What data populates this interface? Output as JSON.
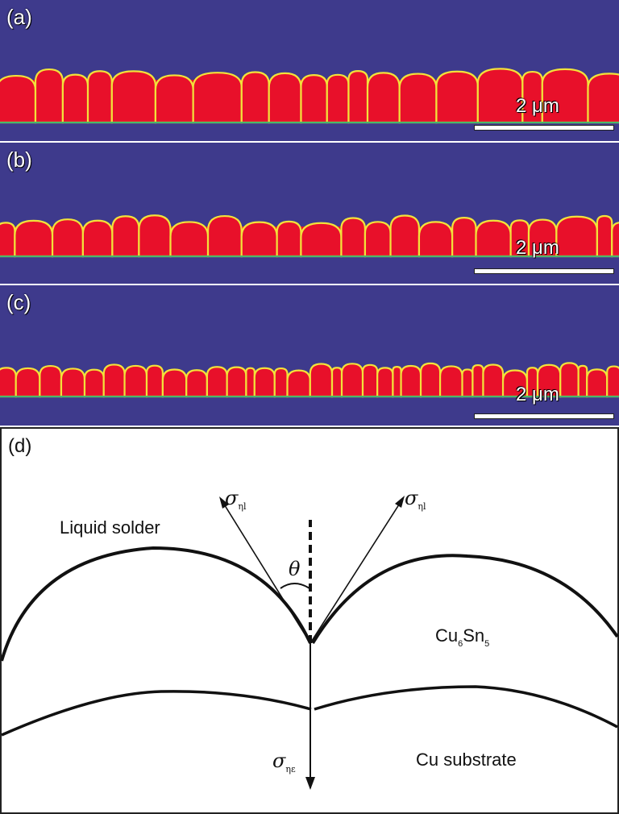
{
  "panels": [
    {
      "label": "(a)",
      "scale": "2 μm"
    },
    {
      "label": "(b)",
      "scale": "2 μm"
    },
    {
      "label": "(c)",
      "scale": "2 μm"
    }
  ],
  "schematic": {
    "label": "(d)",
    "liquid_solder": "Liquid solder",
    "imc_base": "Cu",
    "imc_sub1": "6",
    "imc_mid": "Sn",
    "imc_sub2": "5",
    "substrate": "Cu substrate",
    "sigma": "σ",
    "sub_left": "ηl",
    "sub_right": "ηl",
    "sub_bottom": "ηε",
    "theta": "θ"
  },
  "colors": {
    "liquid": "#3e3a8c",
    "grain": "#e8102a",
    "boundary": "#f2e23a",
    "edge": "#49b86a"
  }
}
